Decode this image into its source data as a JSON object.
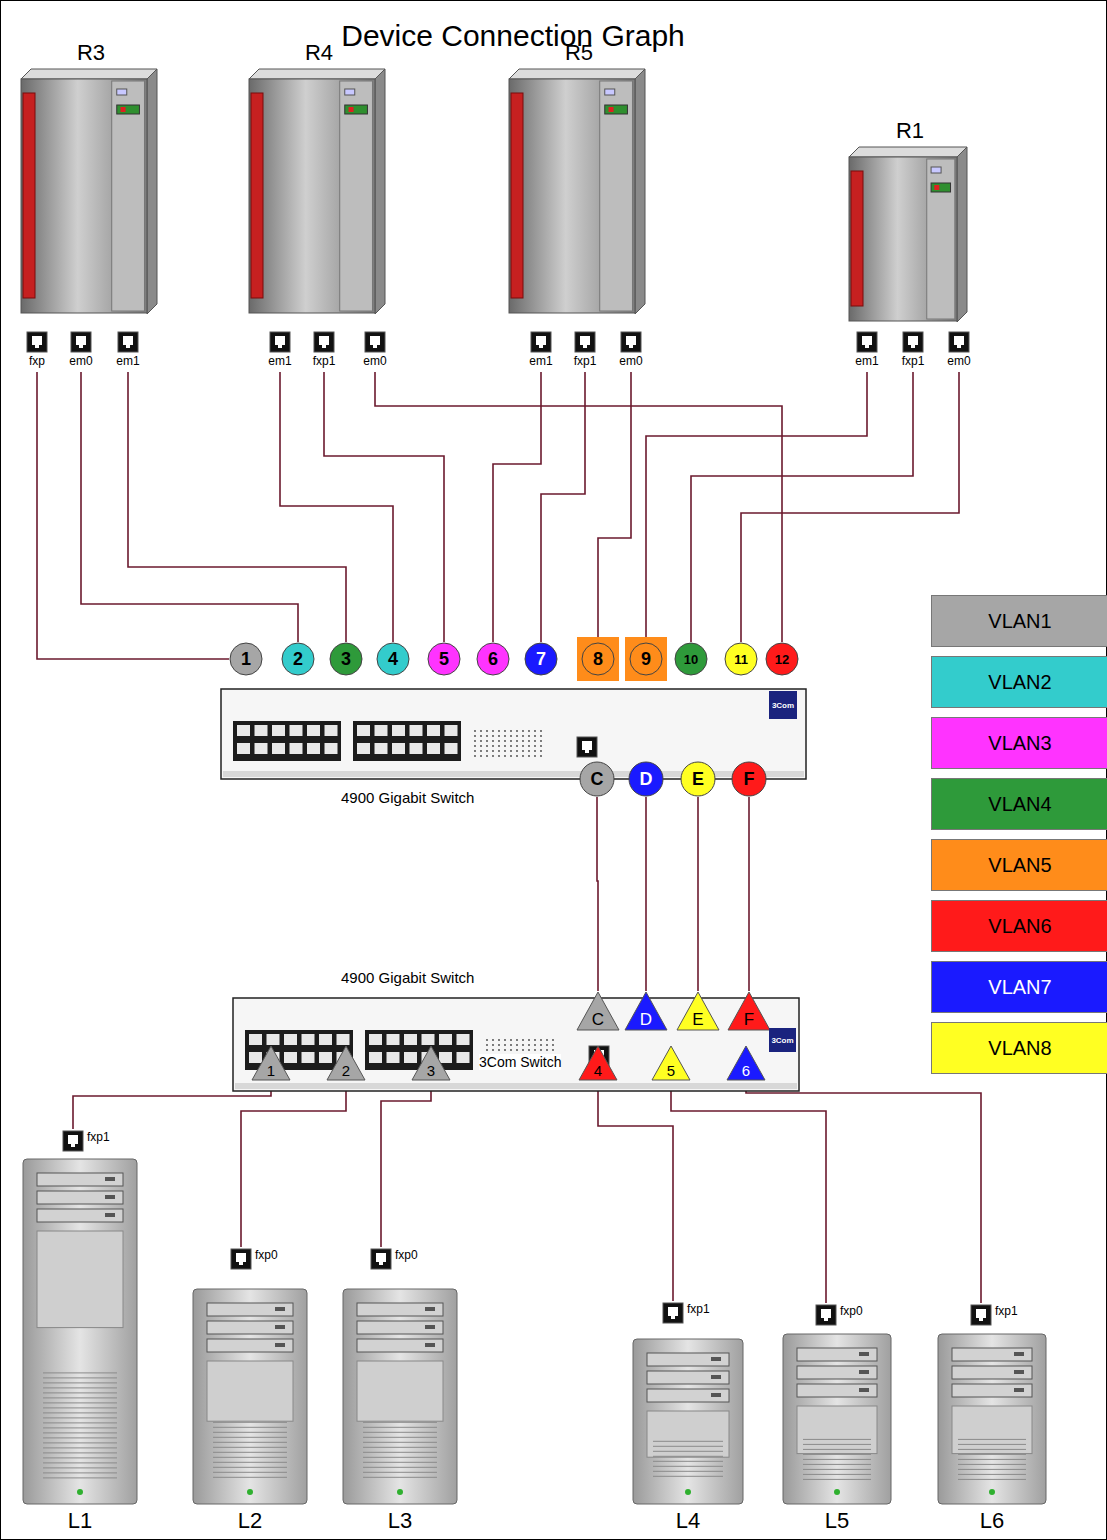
{
  "diagram": {
    "title": "Device Connection Graph",
    "nodes": [
      {
        "text": [
          "R3"
        ]
      },
      {
        "text": [
          "R4"
        ]
      },
      {
        "text": [
          "R5"
        ]
      },
      {
        "text": [
          "R1"
        ]
      },
      {
        "text": [
          "fxp"
        ]
      },
      {
        "text": [
          "em0"
        ]
      },
      {
        "text": [
          "em1"
        ]
      },
      {
        "text": [
          "em1"
        ]
      },
      {
        "text": [
          "fxp1"
        ]
      },
      {
        "text": [
          "em0"
        ]
      },
      {
        "text": [
          "em1"
        ]
      },
      {
        "text": [
          "fxp1"
        ]
      },
      {
        "text": [
          "em0"
        ]
      },
      {
        "text": [
          "em1"
        ]
      },
      {
        "text": [
          "fxp1"
        ]
      },
      {
        "text": [
          "em0"
        ]
      },
      {
        "text": [
          "4900 Gigabit Switch"
        ]
      },
      {
        "text": [
          "1"
        ]
      },
      {
        "text": [
          "2"
        ]
      },
      {
        "text": [
          "3"
        ]
      },
      {
        "text": [
          "4"
        ]
      },
      {
        "text": [
          "5"
        ]
      },
      {
        "text": [
          "6"
        ]
      },
      {
        "text": [
          "7"
        ]
      },
      {
        "text": [
          "8"
        ]
      },
      {
        "text": [
          "9"
        ]
      },
      {
        "text": [
          "10"
        ]
      },
      {
        "text": [
          "11"
        ]
      },
      {
        "text": [
          "12"
        ]
      },
      {
        "text": [
          "C"
        ]
      },
      {
        "text": [
          "D"
        ]
      },
      {
        "text": [
          "E"
        ]
      },
      {
        "text": [
          "F"
        ]
      },
      {
        "text": [
          "4900 Gigabit Switch"
        ]
      },
      {
        "text": [
          "C"
        ]
      },
      {
        "text": [
          "D"
        ]
      },
      {
        "text": [
          "E"
        ]
      },
      {
        "text": [
          "F"
        ]
      },
      {
        "text": [
          "1"
        ]
      },
      {
        "text": [
          "2"
        ]
      },
      {
        "text": [
          "3"
        ]
      },
      {
        "text": [
          "4"
        ]
      },
      {
        "text": [
          "5"
        ]
      },
      {
        "text": [
          "6"
        ]
      },
      {
        "text": [
          "fxp1"
        ]
      },
      {
        "text": [
          "fxp0"
        ]
      },
      {
        "text": [
          "fxp0"
        ]
      },
      {
        "text": [
          "fxp1"
        ]
      },
      {
        "text": [
          "fxp0"
        ]
      },
      {
        "text": [
          "fxp1"
        ]
      },
      {
        "text": [
          "L1"
        ]
      },
      {
        "text": [
          "L2"
        ]
      },
      {
        "text": [
          "L3"
        ]
      },
      {
        "text": [
          "L4"
        ]
      },
      {
        "text": [
          "L5"
        ]
      },
      {
        "text": [
          "L6"
        ]
      }
    ],
    "edges": [
      {
        "from": 4,
        "to": 17,
        "arrow": "none"
      },
      {
        "from": 5,
        "to": 18,
        "arrow": "none"
      },
      {
        "from": 6,
        "to": 19,
        "arrow": "none"
      },
      {
        "from": 7,
        "to": 20,
        "arrow": "none"
      },
      {
        "from": 8,
        "to": 21,
        "arrow": "none"
      },
      {
        "from": 9,
        "to": 28,
        "arrow": "none"
      },
      {
        "from": 10,
        "to": 22,
        "arrow": "none"
      },
      {
        "from": 11,
        "to": 23,
        "arrow": "none"
      },
      {
        "from": 12,
        "to": 24,
        "arrow": "none"
      },
      {
        "from": 13,
        "to": 25,
        "arrow": "none"
      },
      {
        "from": 14,
        "to": 26,
        "arrow": "none"
      },
      {
        "from": 15,
        "to": 27,
        "arrow": "none"
      },
      {
        "from": 29,
        "to": 34,
        "arrow": "none"
      },
      {
        "from": 30,
        "to": 35,
        "arrow": "none"
      },
      {
        "from": 31,
        "to": 36,
        "arrow": "none"
      },
      {
        "from": 32,
        "to": 37,
        "arrow": "none"
      },
      {
        "from": 38,
        "to": 44,
        "arrow": "none"
      },
      {
        "from": 39,
        "to": 45,
        "arrow": "none"
      },
      {
        "from": 40,
        "to": 46,
        "arrow": "none"
      },
      {
        "from": 41,
        "to": 47,
        "arrow": "none"
      },
      {
        "from": 42,
        "to": 48,
        "arrow": "none"
      },
      {
        "from": 43,
        "to": 49,
        "arrow": "none"
      }
    ],
    "labels": [
      "3Com Switch",
      "3Com",
      "3Com"
    ],
    "legend": [
      {
        "text": "VLAN1",
        "color": "#a6a6a6"
      },
      {
        "text": "VLAN2",
        "color": "#33cccc"
      },
      {
        "text": "VLAN3",
        "color": "#ff33ff"
      },
      {
        "text": "VLAN4",
        "color": "#2e9a3a"
      },
      {
        "text": "VLAN5",
        "color": "#ff8c1a"
      },
      {
        "text": "VLAN6",
        "color": "#ff1a1a"
      },
      {
        "text": "VLAN7",
        "color": "#1a1aff"
      },
      {
        "text": "VLAN8",
        "color": "#ffff22"
      }
    ]
  }
}
